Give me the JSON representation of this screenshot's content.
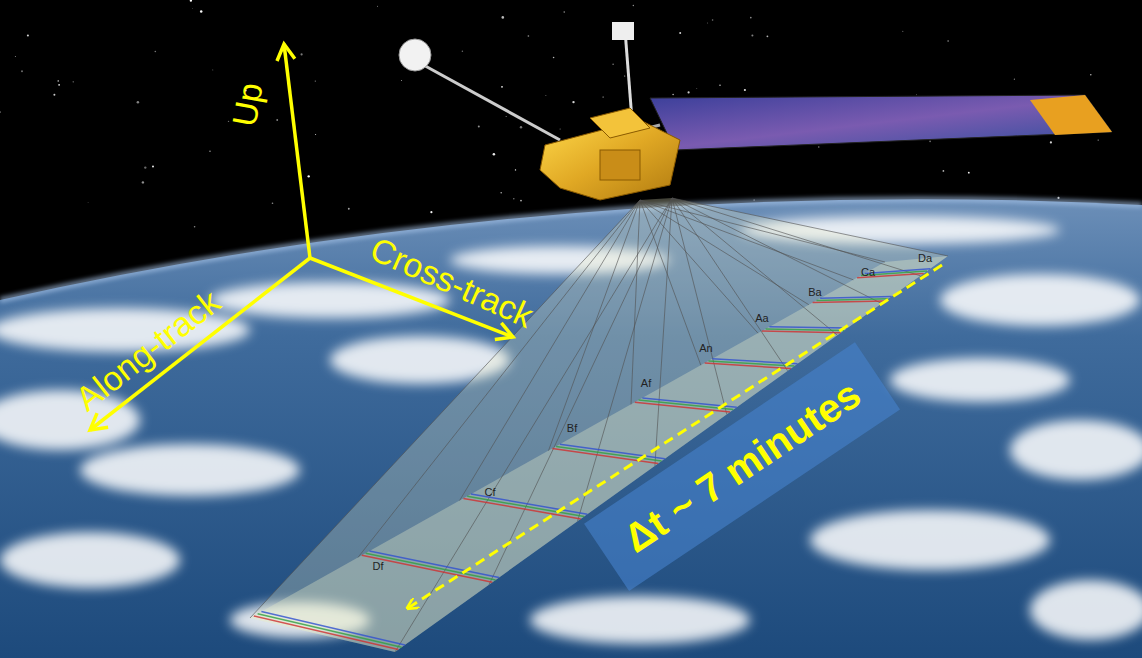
{
  "diagram": {
    "nodes": [
      {
        "text": [
          "Δt ~ 7 minutes"
        ]
      }
    ],
    "labels": [
      "Up",
      "Along-track",
      "Cross-track",
      "Da",
      "Ca",
      "Ba",
      "Aa",
      "An",
      "Af",
      "Bf",
      "Cf",
      "Df"
    ]
  }
}
